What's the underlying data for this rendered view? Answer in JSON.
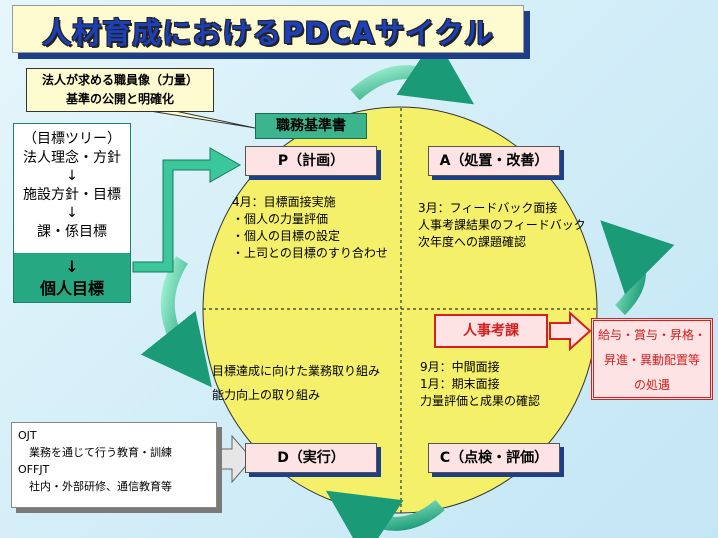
{
  "title": "人材育成におけるPDCAサイクル",
  "callout": {
    "line1": "法人が求める職員像（力量）",
    "line2": "基準の公開と明確化"
  },
  "job_standard": "職務基準書",
  "goal_tree": {
    "header": "（目標ツリー）",
    "items": [
      "法人理念・方針",
      "↓",
      "施設方針・目標",
      "↓",
      "課・係目標"
    ],
    "arrow": "↓",
    "final": "個人目標"
  },
  "plan": {
    "label": "P（計画）",
    "lines": [
      "4月：目標面接実施",
      "・個人の力量評価",
      "・個人の目標の設定",
      "・上司との目標のすり合わせ"
    ]
  },
  "act": {
    "label": "A（処置・改善）",
    "lines": [
      "3月：フィードバック面接",
      "人事考課結果のフィードバック",
      "次年度への課題確認"
    ]
  },
  "do": {
    "label": "D（実行）",
    "lines": [
      "目標達成に向けた業務取り組み",
      "能力向上の取り組み"
    ]
  },
  "check": {
    "label": "C（点検・評価）",
    "lines": [
      "9月：中間面接",
      "1月：期末面接",
      "力量評価と成果の確認"
    ]
  },
  "appraisal": "人事考課",
  "compensation": {
    "line1": "給与・賞与・昇格・",
    "line2": "昇進・異動配置等",
    "line3": "の処遇"
  },
  "training": {
    "lines": [
      "OJT",
      "　業務を通じて行う教育・訓練",
      "OFFJT",
      "　社内・外部研修、通信教育等"
    ]
  },
  "colors": {
    "circle": "#f5f06a",
    "teal": "#26a882",
    "red": "#d42020",
    "navy": "#1d3f8a"
  }
}
